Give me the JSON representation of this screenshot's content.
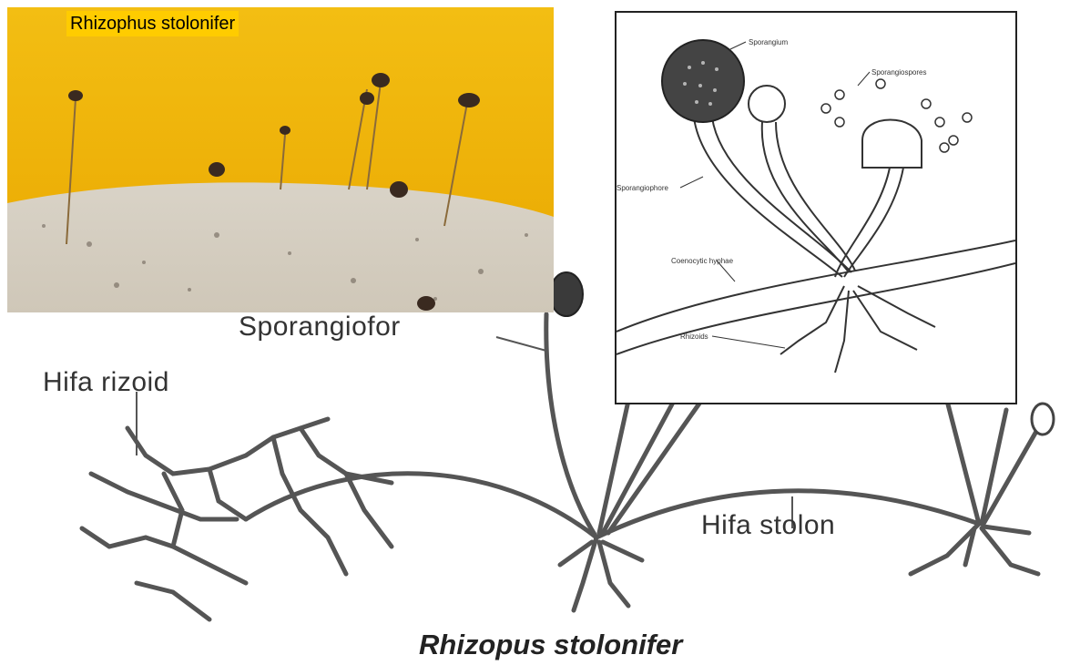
{
  "photo": {
    "label": "Rhizophus stolonifer"
  },
  "inset": {
    "labels": {
      "sporangium": "Sporangium",
      "sporangiospores": "Sporangiospores",
      "sporangiophore": "Sporangiophore",
      "coenocytic_hyphae": "Coenocytic hyphae",
      "rhizoids": "Rhizoids"
    }
  },
  "diagram": {
    "sporangiofor": "Sporangiofor",
    "hifa_rizoid": "Hifa rizoid",
    "hifa_stolon": "Hifa stolon",
    "caption": "Rhizopus stolonifer"
  },
  "colors": {
    "photo_background": "#f0b400",
    "label_highlight": "#ffcc00",
    "ink": "#333333"
  }
}
